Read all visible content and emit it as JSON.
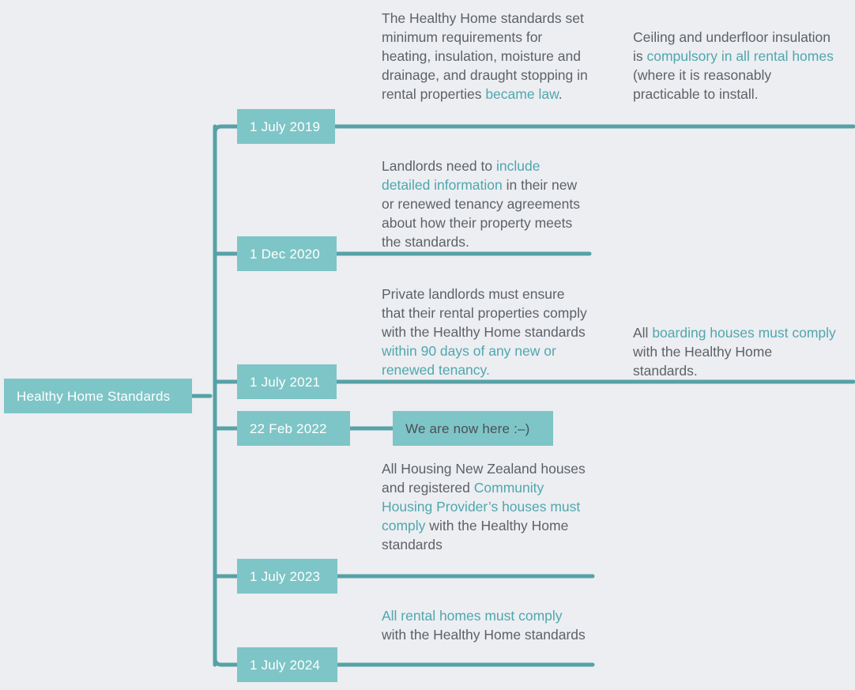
{
  "theme": {
    "background": "#eceef2",
    "box_fill": "#7ec5c7",
    "box_text": "#ffffff",
    "line": "#56a2a6",
    "body_text": "#5d6266",
    "highlight_text": "#4fa7ad",
    "now_box_text": "#4a5055"
  },
  "diagram": {
    "type": "timeline",
    "root": {
      "label": "Healthy Home Standards"
    },
    "marker": {
      "label": "We are now here :–)"
    },
    "milestones": [
      {
        "date": "1 July 2019",
        "notes": [
          {
            "column": 1,
            "segments": [
              {
                "text": "The Healthy Home standards set minimum requirements for heating, insulation, moisture and drainage, and draught stopping in rental properties ",
                "highlight": false
              },
              {
                "text": "became law",
                "highlight": true
              },
              {
                "text": ".",
                "highlight": false
              }
            ]
          },
          {
            "column": 2,
            "segments": [
              {
                "text": "Ceiling and underfloor insulation is ",
                "highlight": false
              },
              {
                "text": "compulsory in all rental homes",
                "highlight": true
              },
              {
                "text": " (where it is reasonably practicable to install.",
                "highlight": false
              }
            ]
          }
        ]
      },
      {
        "date": "1 Dec 2020",
        "notes": [
          {
            "column": 1,
            "segments": [
              {
                "text": "Landlords need to ",
                "highlight": false
              },
              {
                "text": "include detailed information",
                "highlight": true
              },
              {
                "text": " in their new or renewed tenancy agreements about how their property meets the standards.",
                "highlight": false
              }
            ]
          }
        ]
      },
      {
        "date": "1 July 2021",
        "notes": [
          {
            "column": 1,
            "segments": [
              {
                "text": "Private landlords must ensure that their rental properties comply with the Healthy Home standards ",
                "highlight": false
              },
              {
                "text": "within 90 days of any new or renewed tenancy.",
                "highlight": true
              }
            ]
          },
          {
            "column": 2,
            "segments": [
              {
                "text": "All ",
                "highlight": false
              },
              {
                "text": "boarding houses must comply",
                "highlight": true
              },
              {
                "text": " with the Healthy Home standards.",
                "highlight": false
              }
            ]
          }
        ]
      },
      {
        "date": "22 Feb 2022",
        "notes": []
      },
      {
        "date": "1 July 2023",
        "notes": [
          {
            "column": 1,
            "segments": [
              {
                "text": "All Housing New Zealand houses and registered ",
                "highlight": false
              },
              {
                "text": "Community Housing Provider’s houses must comply",
                "highlight": true
              },
              {
                "text": " with the Healthy Home standards",
                "highlight": false
              }
            ]
          }
        ]
      },
      {
        "date": "1 July 2024",
        "notes": [
          {
            "column": 1,
            "segments": [
              {
                "text": "All rental homes must comply",
                "highlight": true
              },
              {
                "text": " with the Healthy Home standards",
                "highlight": false
              }
            ]
          }
        ]
      }
    ]
  }
}
